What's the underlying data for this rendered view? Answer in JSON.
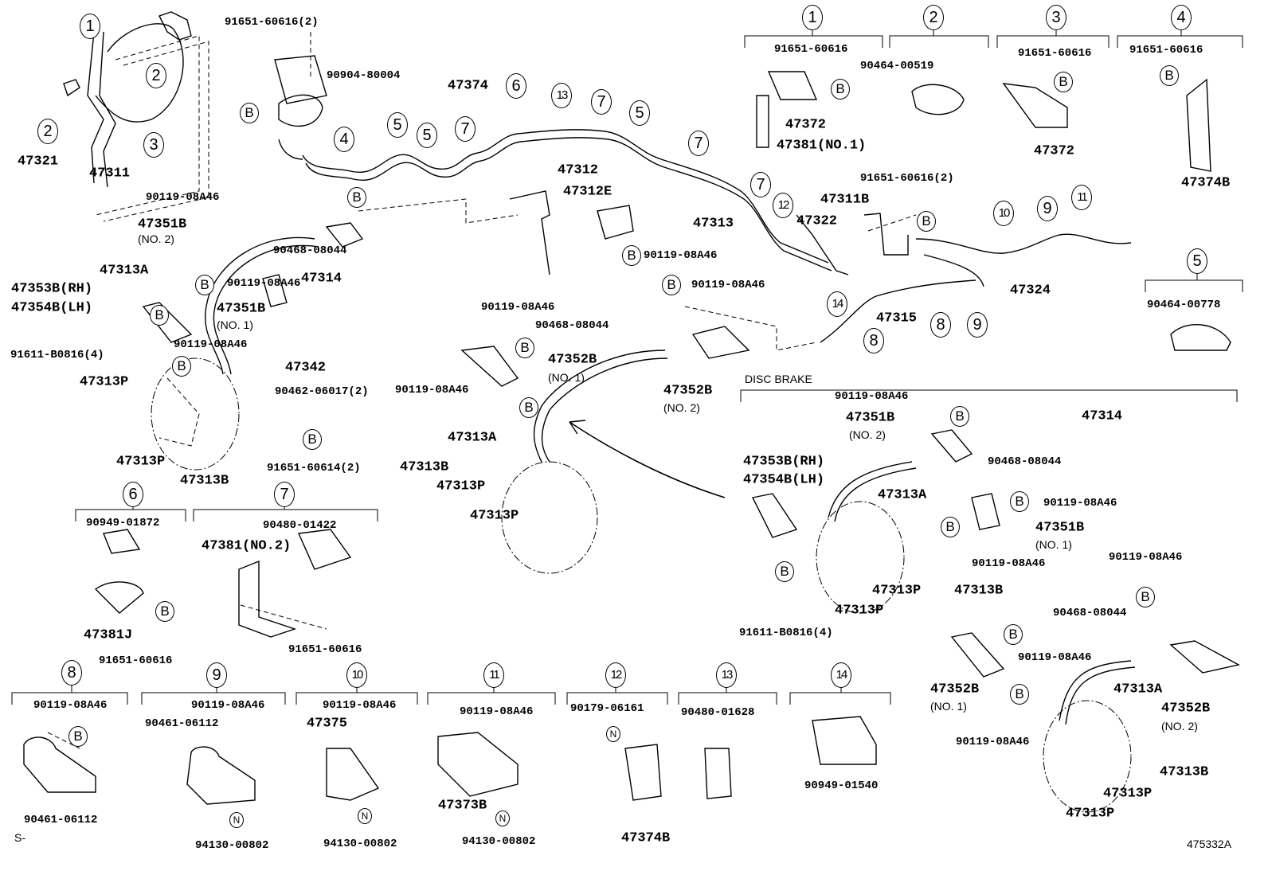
{
  "diagram": {
    "section_title": "DISC BRAKE",
    "figure_id": "475332A",
    "footer_code": "S-",
    "b_marker": "B",
    "n_marker": "N",
    "labels": [
      "91651-60616(2)",
      "90904-80004",
      "47374",
      "47321",
      "47311",
      "90119-08A46",
      "47351B",
      "(NO. 2)",
      "90468-08044",
      "47313A",
      "47314",
      "47353B(RH)",
      "47354B(LH)",
      "90119-08A46",
      "47351B",
      "(NO. 1)",
      "90119-08A46",
      "91611-B0816(4)",
      "47313P",
      "47342",
      "90462-06017(2)",
      "91651-60614(2)",
      "47313P",
      "47313B",
      "47312",
      "47312E",
      "90119-08A46",
      "47313",
      "91651-60616(2)",
      "47311B",
      "47322",
      "47324",
      "47315",
      "90119-08A46",
      "90119-08A46",
      "90468-08044",
      "47352B",
      "(NO. 1)",
      "90119-08A46",
      "47352B",
      "(NO. 2)",
      "47313A",
      "47313B",
      "47313P",
      "47313P",
      "91651-60616",
      "47372",
      "47381(NO.1)",
      "90464-00519",
      "91651-60616",
      "47372",
      "91651-60616",
      "47374B",
      "90464-00778",
      "90119-08A46",
      "47351B",
      "(NO. 2)",
      "47314",
      "47353B(RH)",
      "47354B(LH)",
      "47313A",
      "90468-08044",
      "90119-08A46",
      "47351B",
      "(NO. 1)",
      "90119-08A46",
      "47313P",
      "47313B",
      "47313P",
      "91611-B0816(4)",
      "90119-08A46",
      "90468-08044",
      "90119-08A46",
      "47352B",
      "(NO. 1)",
      "47313A",
      "47352B",
      "(NO. 2)",
      "90119-08A46",
      "47313B",
      "47313P",
      "47313P",
      "90949-01872",
      "47381J",
      "91651-60616",
      "90480-01422",
      "47381(NO.2)",
      "91651-60616",
      "90119-08A46",
      "90461-06112",
      "90119-08A46",
      "90461-06112",
      "94130-00802",
      "90119-08A46",
      "47375",
      "94130-00802",
      "90119-08A46",
      "47373B",
      "94130-00802",
      "90179-06161",
      "47374B",
      "90480-01628",
      "90949-01540"
    ],
    "callouts": [
      "1",
      "2",
      "2",
      "3",
      "4",
      "5",
      "5",
      "7",
      "6",
      "13",
      "7",
      "5",
      "7",
      "7",
      "12",
      "14",
      "10",
      "9",
      "11",
      "8",
      "8",
      "9",
      "1",
      "2",
      "3",
      "4",
      "5",
      "6",
      "7",
      "8",
      "9",
      "10",
      "11",
      "12",
      "13",
      "14"
    ]
  }
}
